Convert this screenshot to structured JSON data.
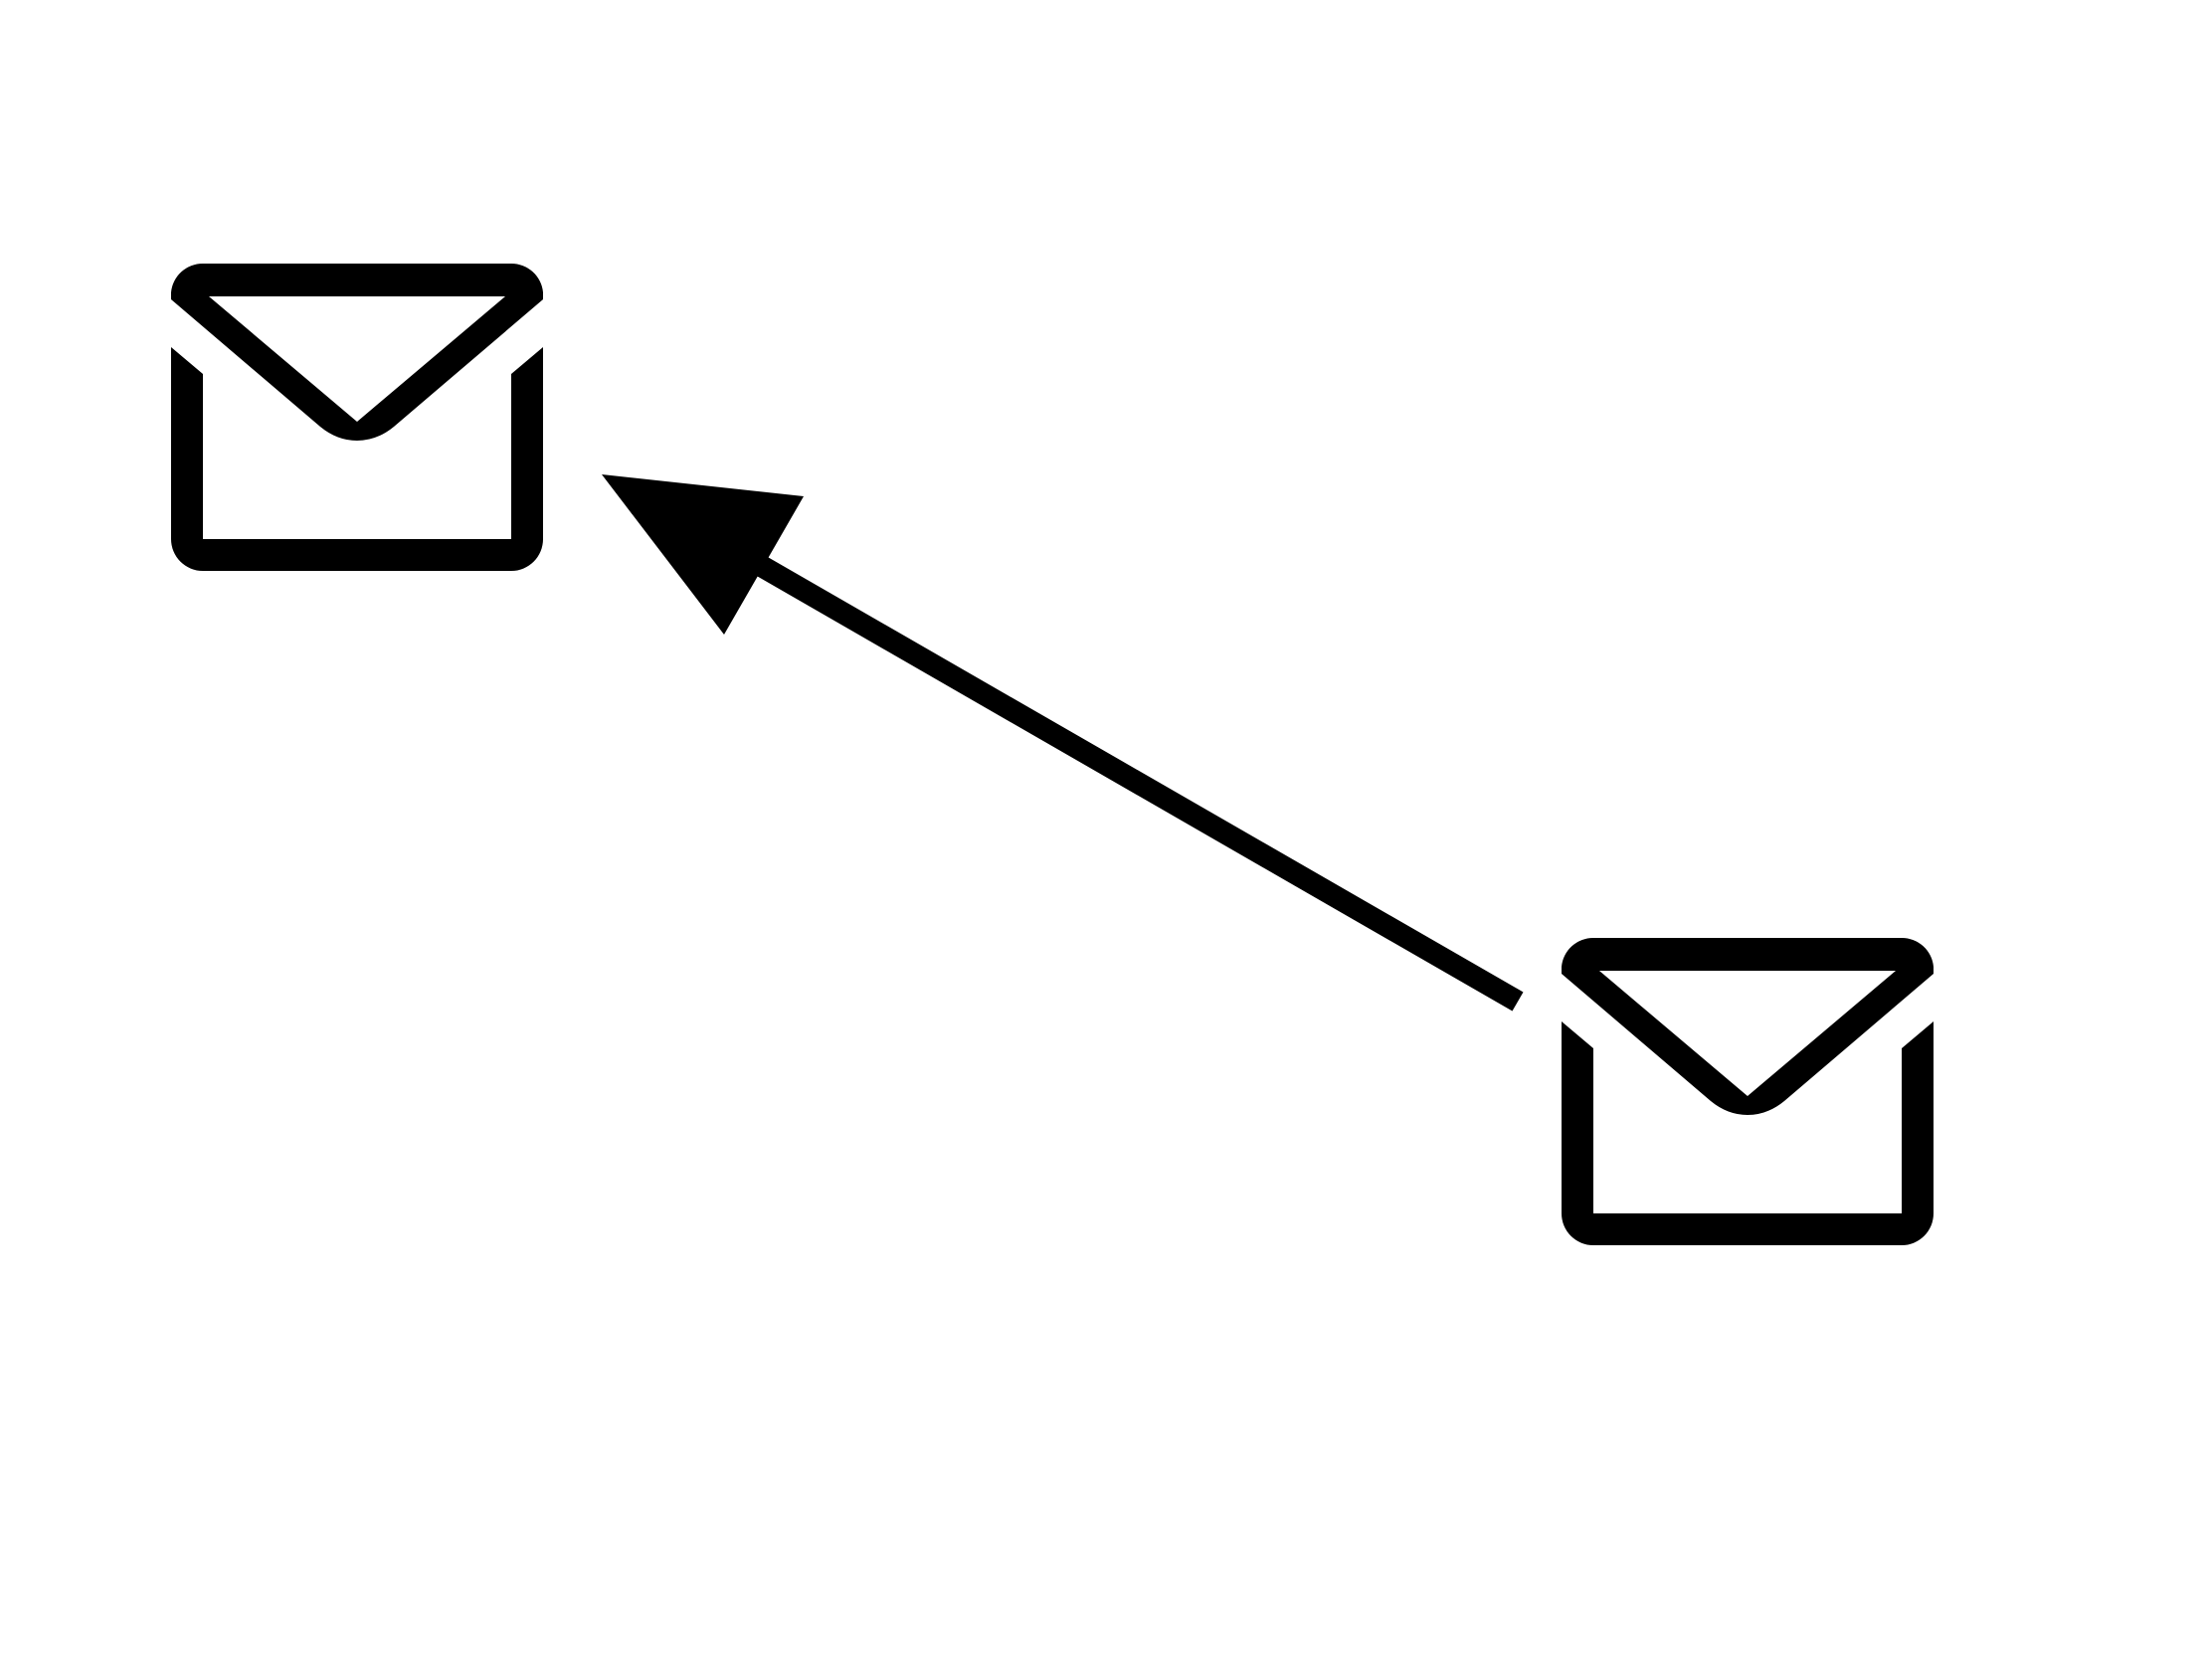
{
  "diagram": {
    "nodes": [
      {
        "id": "mail-top-left",
        "icon": "envelope-icon"
      },
      {
        "id": "mail-bottom-right",
        "icon": "envelope-icon"
      }
    ],
    "edges": [
      {
        "from": "mail-bottom-right",
        "to": "mail-top-left",
        "arrowhead": "filled-triangle"
      }
    ],
    "colors": {
      "background": "#ffffff",
      "stroke": "#000000"
    }
  }
}
